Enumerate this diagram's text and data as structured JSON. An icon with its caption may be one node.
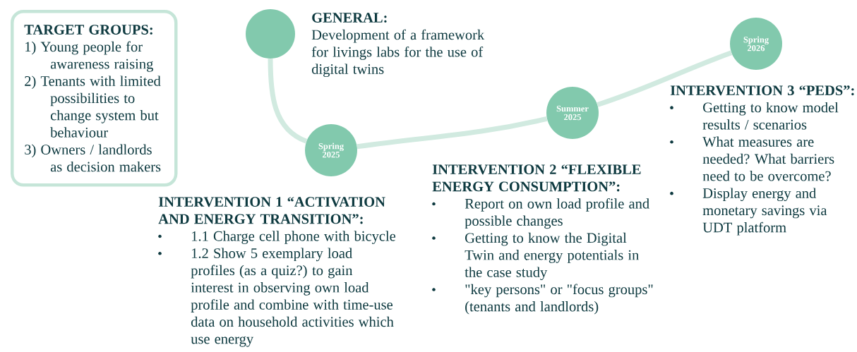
{
  "diagram": {
    "nodes": [
      {
        "text": [
          "TARGET GROUPS:",
          "1) Young people for awareness raising",
          "2) Tenants with limited possibilities to change system but behaviour",
          "3) Owners / landlords as decision makers"
        ]
      },
      {
        "text": [],
        "shape": "circle",
        "beside": [
          "GENERAL:",
          "Development of a framework for livings labs for the use of digital twins"
        ]
      },
      {
        "text": [
          "Spring 2025"
        ],
        "beside": [
          "INTERVENTION 1 “ACTIVATION AND ENERGY TRANSITION”:",
          "1.1 Charge cell phone with bicycle",
          "1.2 Show 5 exemplary load profiles (as a quiz?) to gain interest in observing own load profile and combine with time-use data on household activities which use energy"
        ]
      },
      {
        "text": [
          "Summer 2025"
        ],
        "beside": [
          "INTERVENTION 2 “FLEXIBLE ENERGY CONSUMPTION”:",
          "Report on own load profile and possible changes",
          "Getting to know the Digital Twin and energy potentials in the case study",
          "\"key persons\" or \"focus groups\" (tenants and landlords)"
        ]
      },
      {
        "text": [
          "Spring 2026"
        ],
        "beside": [
          "INTERVENTION 3 “PEDS”:",
          "Getting to know model results / scenarios",
          "What measures are needed? What barriers need to be overcome?",
          "Display energy and monetary savings via UDT platform"
        ]
      }
    ],
    "edges": [
      {
        "from": 1,
        "to": 2,
        "arrow": "none"
      },
      {
        "from": 2,
        "to": 3,
        "arrow": "none"
      },
      {
        "from": 3,
        "to": 4,
        "arrow": "none"
      }
    ]
  }
}
